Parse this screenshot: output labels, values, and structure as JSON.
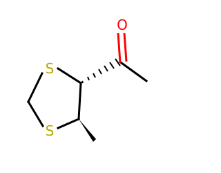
{
  "molecule": {
    "atoms": {
      "sulfur_top": "S",
      "sulfur_bottom": "S",
      "oxygen": "O"
    },
    "colors": {
      "bond": "#000000",
      "sulfur": "#b8a800",
      "oxygen": "#ff0000"
    }
  }
}
